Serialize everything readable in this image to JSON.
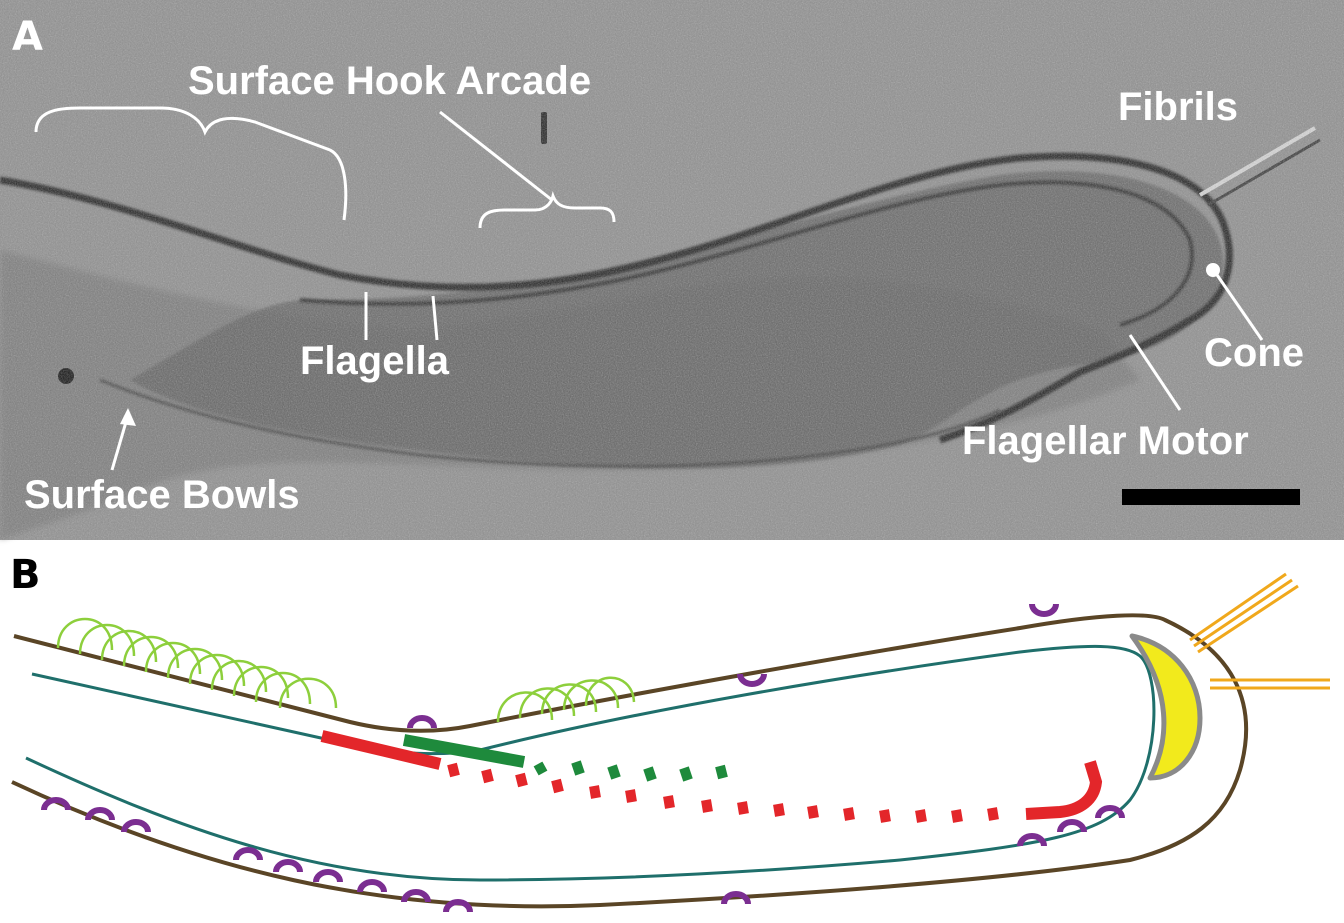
{
  "panel_a": {
    "letter": "A",
    "labels": {
      "surface_hook_arcade": "Surface Hook Arcade",
      "fibrils": "Fibrils",
      "flagella": "Flagella",
      "cone": "Cone",
      "flagellar_motor": "Flagellar Motor",
      "surface_bowls": "Surface Bowls"
    }
  },
  "panel_b": {
    "letter": "B"
  },
  "colors": {
    "micrograph_bg": "#8e8e8e",
    "membrane_dark": "#222222",
    "outer_membrane": "#5a4526",
    "inner_membrane": "#1f6f6b",
    "hooks": "#8dcf3c",
    "flagella_red": "#e3262a",
    "flagella_green": "#1e8a3c",
    "bowls": "#7b2e91",
    "cone_fill": "#f2ea1c",
    "cone_stroke": "#8a8a8a",
    "fibrils": "#f0a81c"
  }
}
